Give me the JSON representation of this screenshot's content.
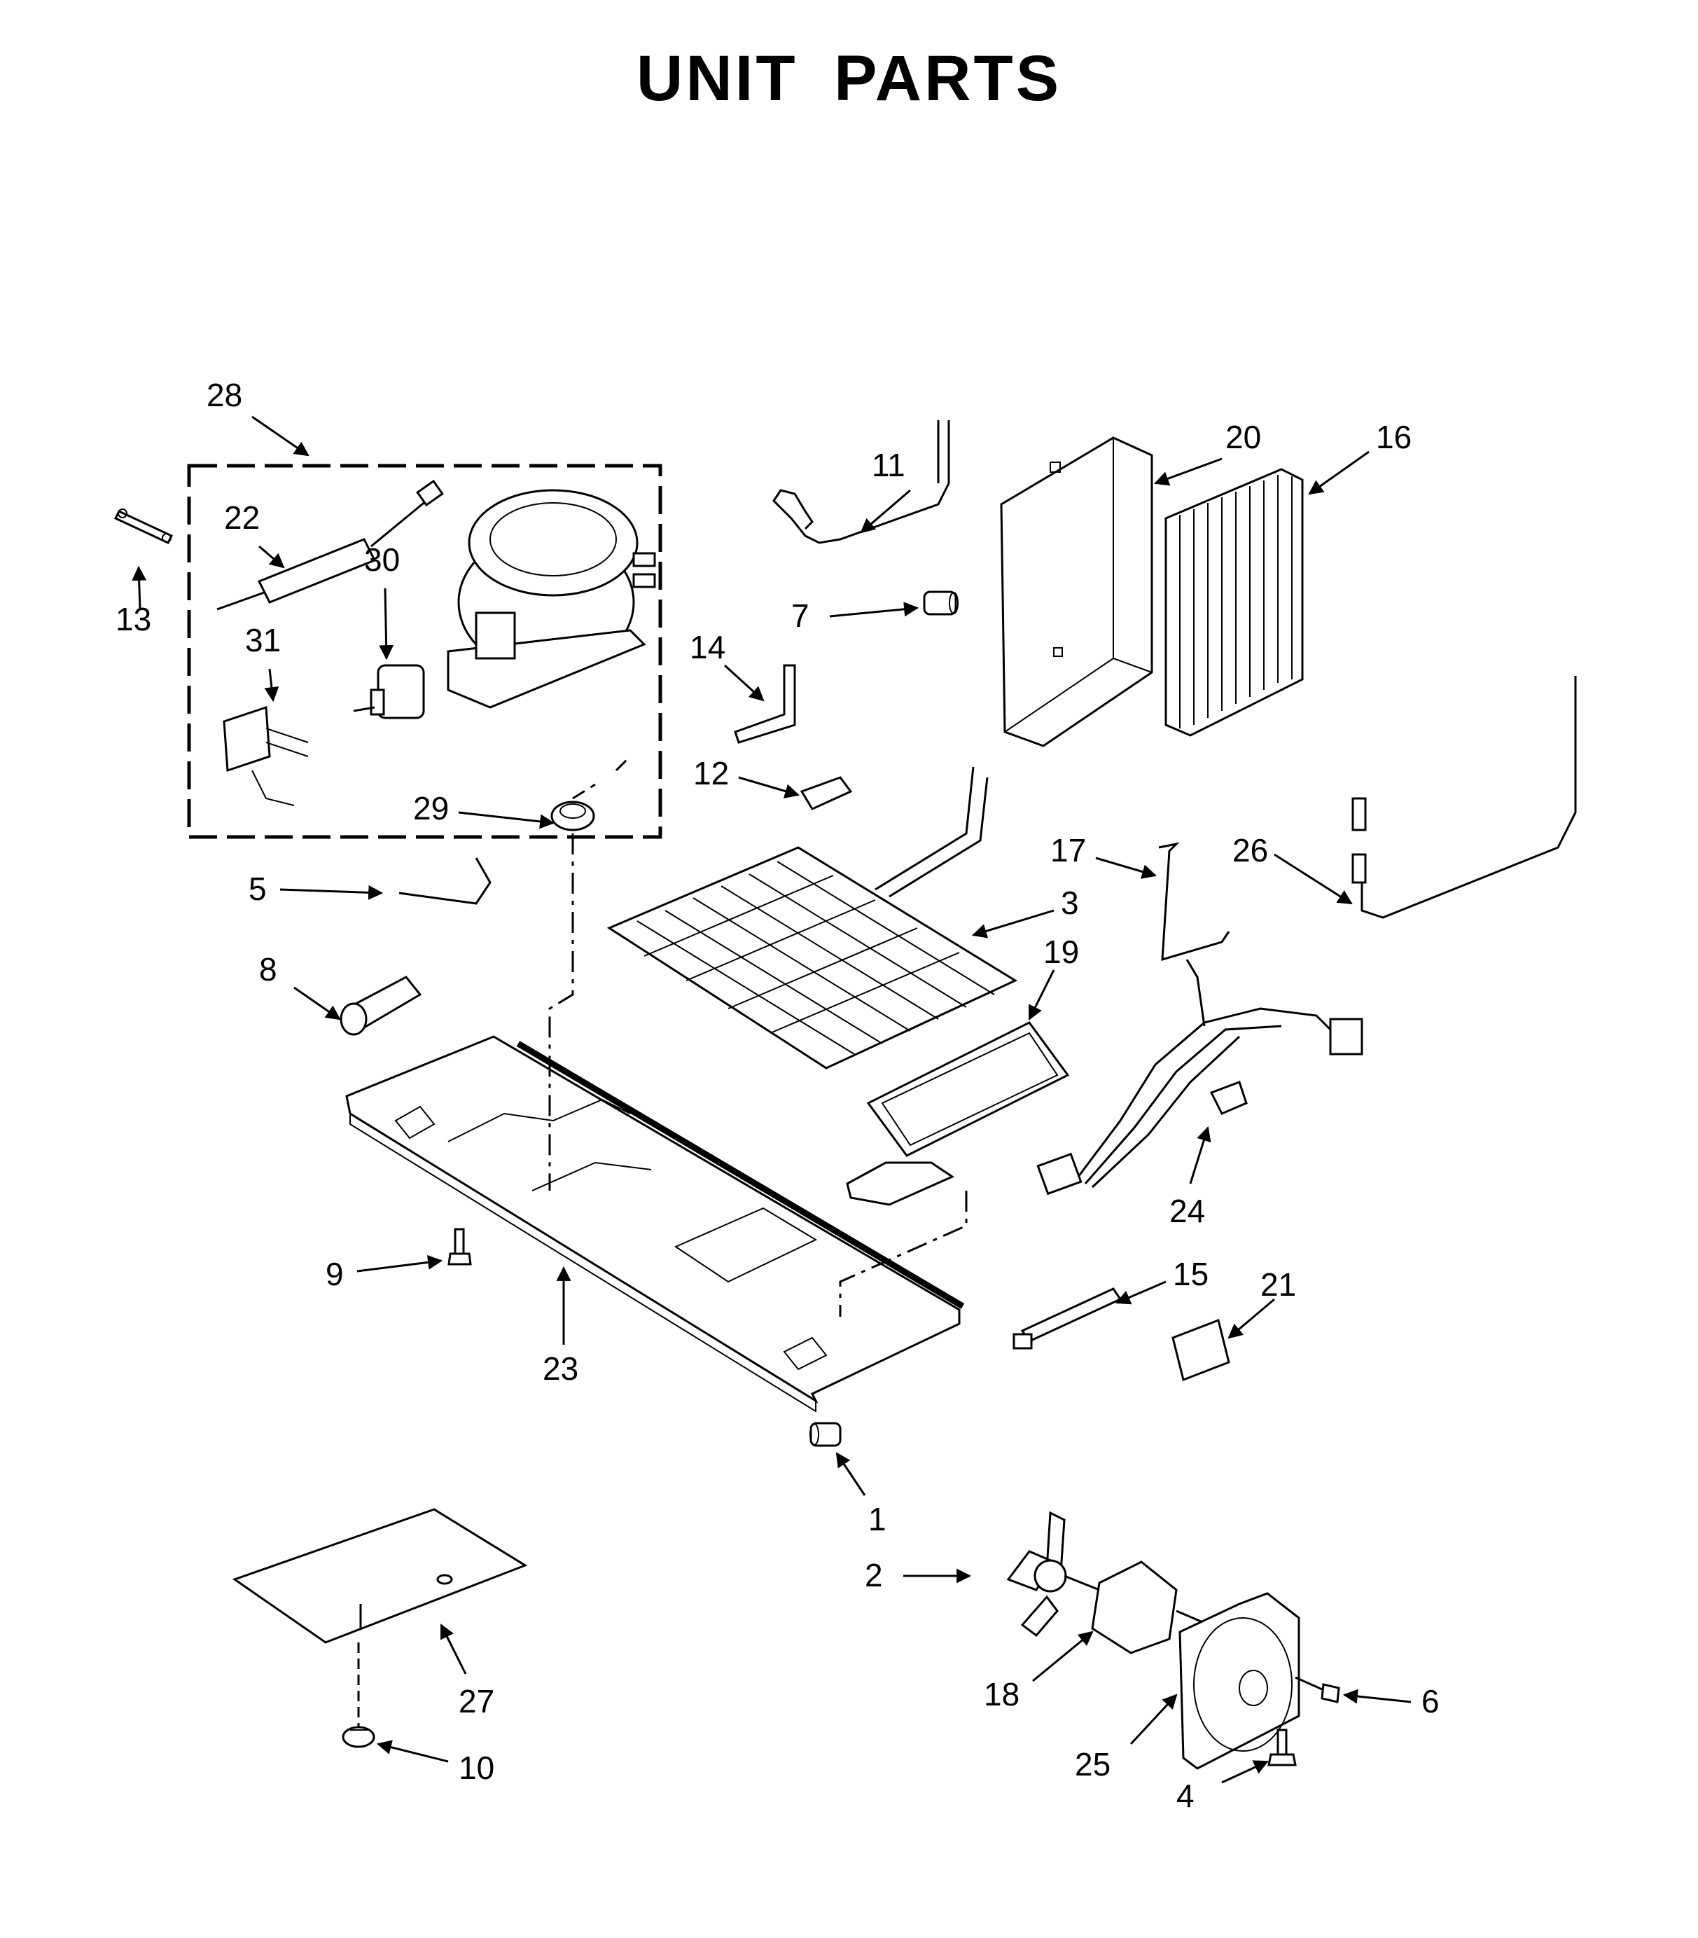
{
  "title": "UNIT  PARTS",
  "callouts": {
    "c1": "1",
    "c2": "2",
    "c3": "3",
    "c4": "4",
    "c5": "5",
    "c6": "6",
    "c7": "7",
    "c8": "8",
    "c9": "9",
    "c10": "10",
    "c11": "11",
    "c12": "12",
    "c13": "13",
    "c14": "14",
    "c15": "15",
    "c16": "16",
    "c17": "17",
    "c18": "18",
    "c19": "19",
    "c20": "20",
    "c21": "21",
    "c22": "22",
    "c23": "23",
    "c24": "24",
    "c25": "25",
    "c26": "26",
    "c27": "27",
    "c28": "28",
    "c29": "29",
    "c30": "30",
    "c31": "31"
  }
}
